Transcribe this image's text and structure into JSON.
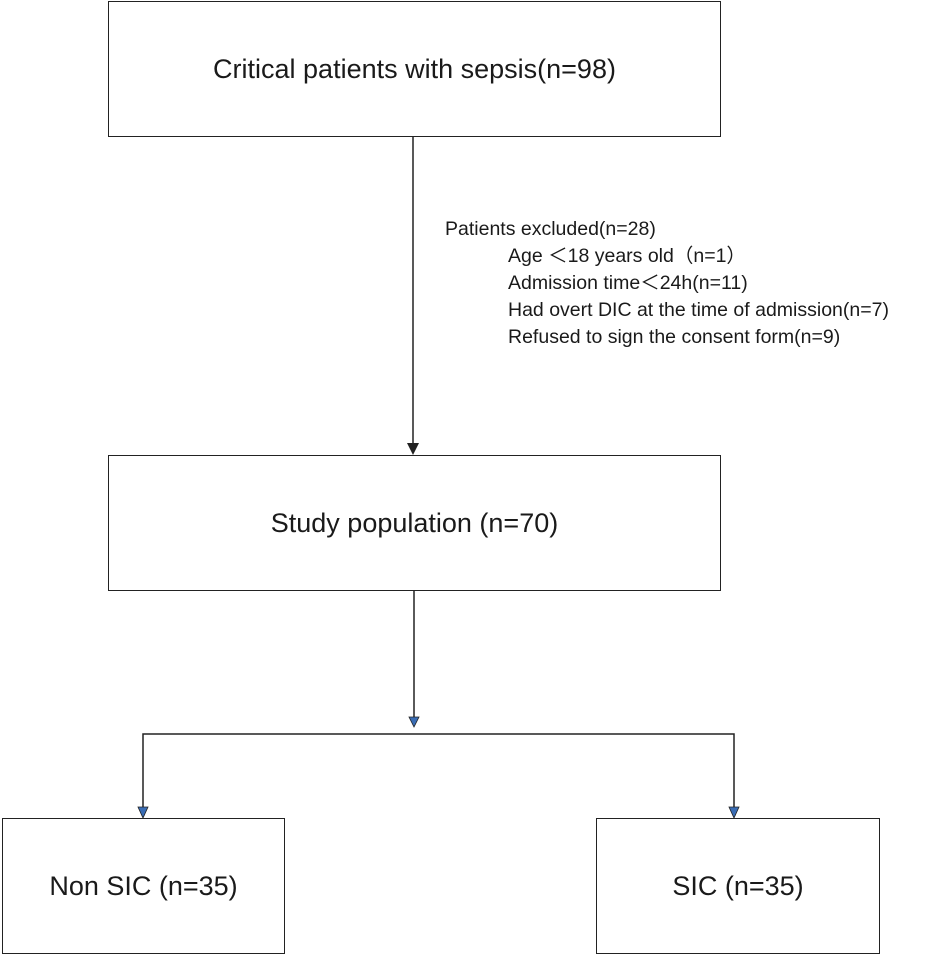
{
  "flow": {
    "top_box": "Critical patients with sepsis(n=98)",
    "excluded": {
      "title": "Patients excluded(n=28)",
      "items": [
        "Age ＜18 years old（n=1）",
        "Admission time＜24h(n=11)",
        "Had overt DIC at the time of admission(n=7)",
        "Refused to sign the consent form(n=9)"
      ]
    },
    "middle_box": "Study population (n=70)",
    "left_box": "Non SIC (n=35)",
    "right_box": "SIC (n=35)"
  },
  "colors": {
    "line": "#222222",
    "arrowhead_small": "#3a6db5"
  }
}
